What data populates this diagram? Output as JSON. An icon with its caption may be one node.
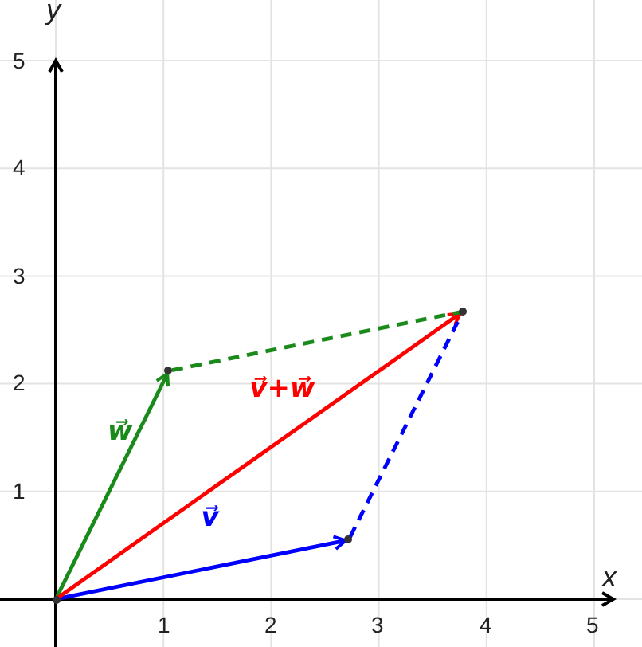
{
  "diagram": {
    "nodes": [
      {
        "text": [],
        "shape": "point"
      },
      {
        "text": [],
        "shape": "point"
      },
      {
        "text": [],
        "shape": "point"
      },
      {
        "text": [],
        "shape": "point"
      }
    ],
    "edges": [
      {
        "from": 0,
        "to": 1,
        "arrow": "to",
        "label": "v⃗",
        "color": "#0000ff"
      },
      {
        "from": 0,
        "to": 2,
        "arrow": "to",
        "label": "w⃗",
        "color": "#1a8a1a"
      },
      {
        "from": 0,
        "to": 3,
        "arrow": "to",
        "label": "v⃗+w⃗",
        "color": "#ff0000"
      },
      {
        "from": 2,
        "to": 3,
        "arrow": "none",
        "style": "dashed",
        "color": "#1a8a1a"
      },
      {
        "from": 1,
        "to": 3,
        "arrow": "none",
        "style": "dashed",
        "color": "#0000ff"
      }
    ],
    "labels": [
      "y",
      "5",
      "4",
      "3",
      "2",
      "1",
      "1",
      "2",
      "3",
      "4",
      "5",
      "x"
    ]
  }
}
